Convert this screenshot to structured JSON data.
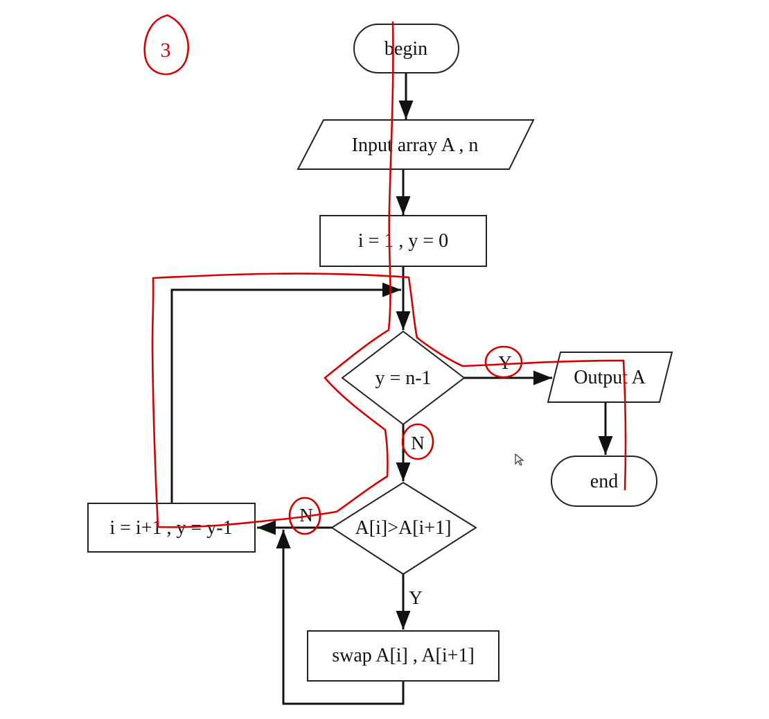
{
  "nodes": {
    "begin": "begin",
    "input": "Input array A , n",
    "init": "i = 1 , y = 0",
    "cond_outer": "y = n-1",
    "output": "Output A",
    "end": "end",
    "cond_inner": "A[i]>A[i+1]",
    "swap": "swap A[i] , A[i+1]",
    "update": "i = i+1 , y = y-1"
  },
  "edge_labels": {
    "outer_yes": "Y",
    "outer_no": "N",
    "inner_yes": "Y",
    "inner_no": "N"
  },
  "annotation": {
    "number": "3"
  },
  "colors": {
    "ink": "#d40000",
    "line": "#111111"
  }
}
